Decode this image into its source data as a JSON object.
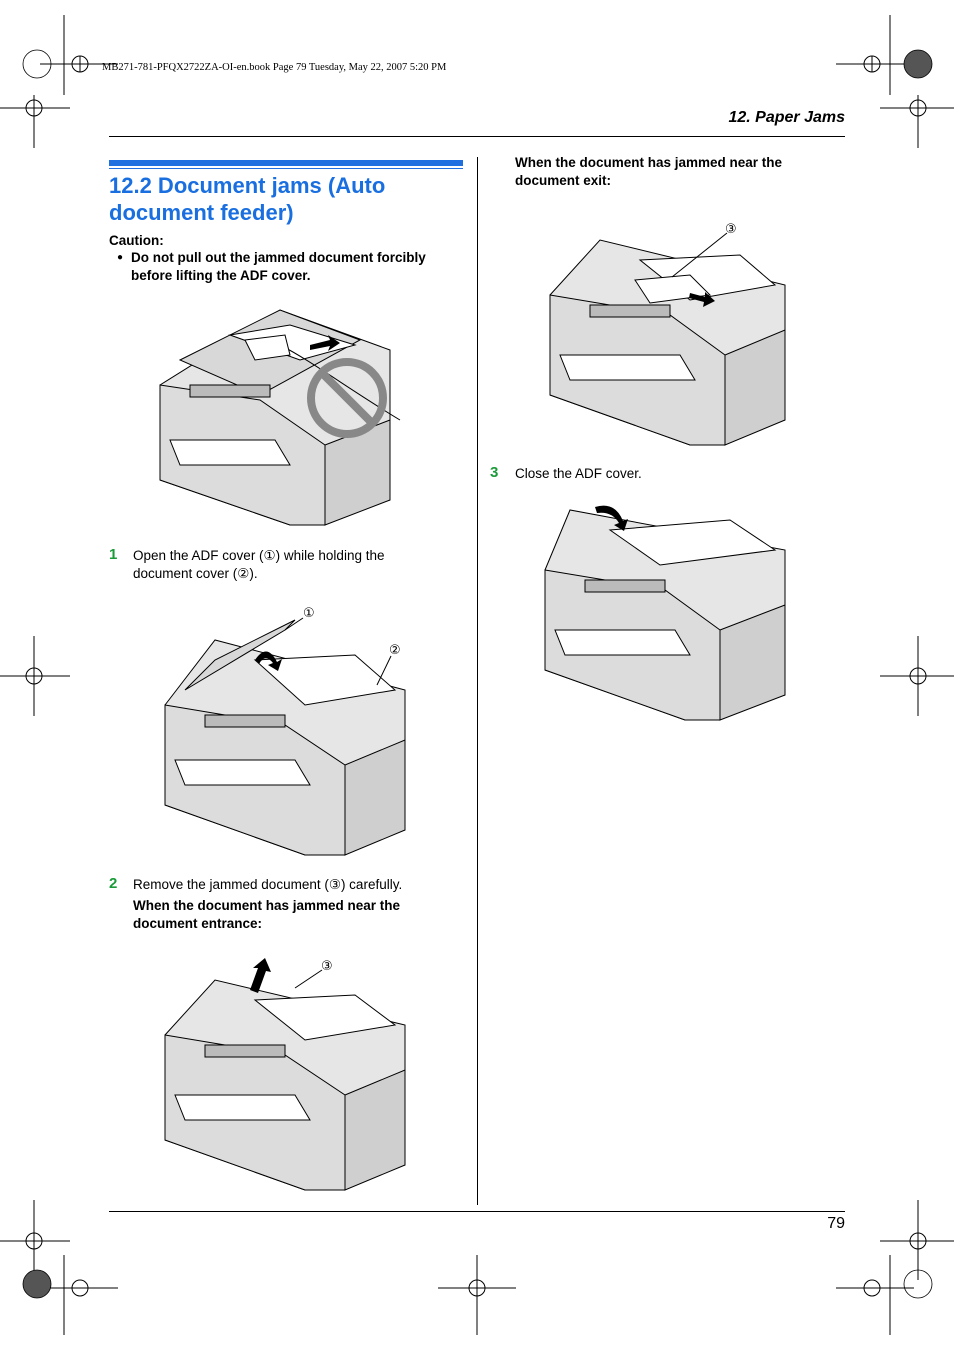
{
  "file_info": "MB271-781-PFQX2722ZA-OI-en.book  Page 79  Tuesday, May 22, 2007  5:20 PM",
  "chapter_header": "12. Paper Jams",
  "page_number": "79",
  "section": {
    "title_line1": "12.2 Document jams (Auto",
    "title_line2": "document feeder)"
  },
  "caution": {
    "label": "Caution:",
    "bullet_line1": "Do not pull out the jammed document forcibly",
    "bullet_line2": "before lifting the ADF cover."
  },
  "steps": [
    {
      "num": "1",
      "line1": "Open the ADF cover (①) while holding the",
      "line2": "document cover (②)."
    },
    {
      "num": "2",
      "line1": "Remove the jammed document (③) carefully.",
      "sub_line1": "When the document has jammed near the",
      "sub_line2": "document entrance:"
    },
    {
      "num": "3",
      "line1": "Close the ADF cover."
    }
  ],
  "exit_note": {
    "line1": "When the document has jammed near the",
    "line2": "document exit:"
  },
  "callouts": {
    "one": "①",
    "two": "②",
    "three": "③"
  },
  "colors": {
    "section_blue": "#1a6fe0",
    "step_green": "#1b9a3a"
  }
}
